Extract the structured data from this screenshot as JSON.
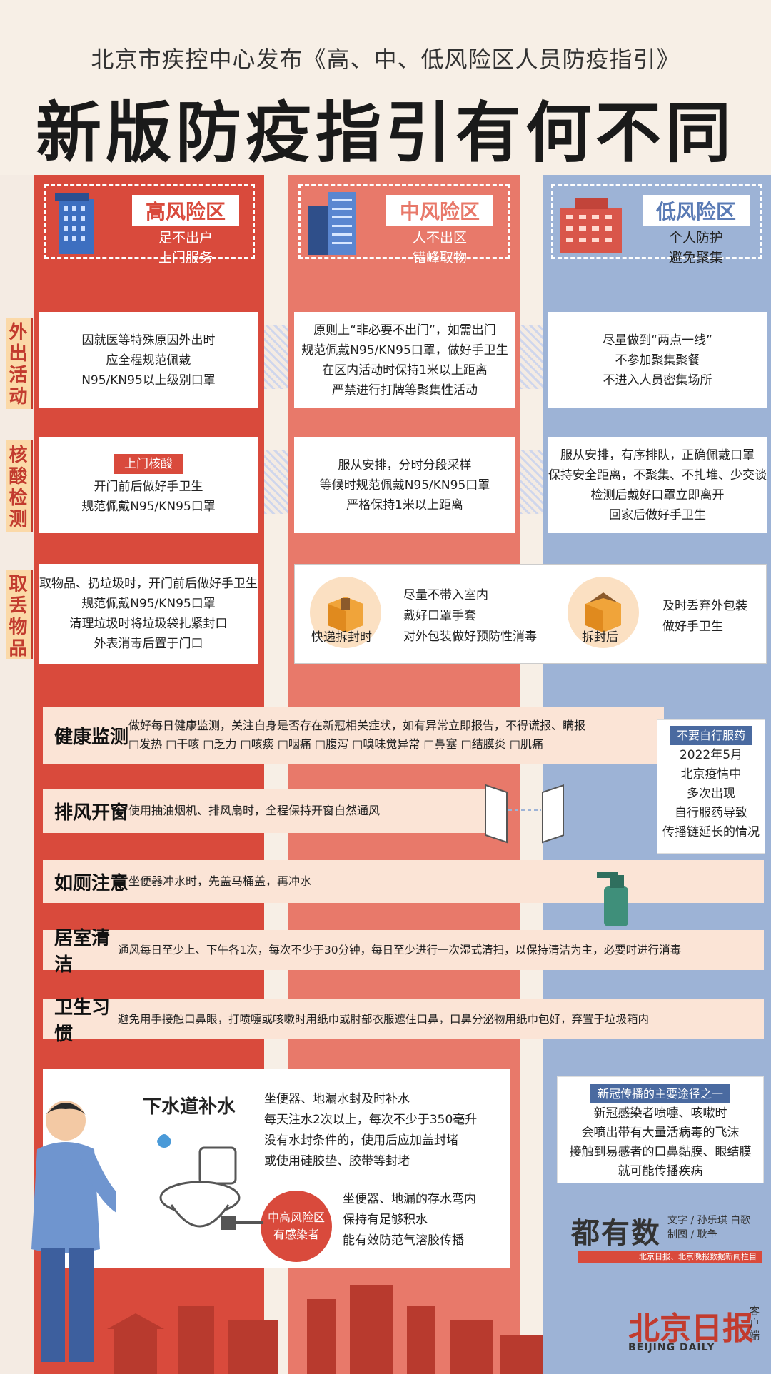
{
  "header": {
    "subtitle": "北京市疾控中心发布《高、中、低风险区人员防疫指引》",
    "title": "新版防疫指引有何不同"
  },
  "zones": {
    "high": {
      "name": "高风险区",
      "line1": "足不出户",
      "line2": "上门服务"
    },
    "mid": {
      "name": "中风险区",
      "line1": "人不出区",
      "line2": "错峰取物"
    },
    "low": {
      "name": "低风险区",
      "line1": "个人防护",
      "line2": "避免聚集"
    }
  },
  "rows": {
    "outing": {
      "label": "外出活动",
      "high": [
        "因就医等特殊原因外出时",
        "应全程规范佩戴",
        "N95/KN95以上级别口罩"
      ],
      "mid": [
        "原则上“非必要不出门”，如需出门",
        "规范佩戴N95/KN95口罩，做好手卫生",
        "在区内活动时保持1米以上距离",
        "严禁进行打牌等聚集性活动"
      ],
      "low": [
        "尽量做到“两点一线”",
        "不参加聚集聚餐",
        "不进入人员密集场所"
      ]
    },
    "test": {
      "label": "核酸检测",
      "high_tag": "上门核酸",
      "high": [
        "开门前后做好手卫生",
        "规范佩戴N95/KN95口罩"
      ],
      "mid": [
        "服从安排，分时分段采样",
        "等候时规范佩戴N95/KN95口罩",
        "严格保持1米以上距离"
      ],
      "low": [
        "服从安排，有序排队，正确佩戴口罩",
        "保持安全距离，不聚集、不扎堆、少交谈",
        "检测后戴好口罩立即离开",
        "回家后做好手卫生"
      ]
    },
    "pickup": {
      "label": "取丢物品",
      "high": [
        "取物品、扔垃圾时，开门前后做好手卫生",
        "规范佩戴N95/KN95口罩",
        "清理垃圾时将垃圾袋扎紧封口",
        "外表消毒后置于门口"
      ],
      "delivery_label": "快递拆封时",
      "delivery": [
        "尽量不带入室内",
        "戴好口罩手套",
        "对外包装做好预防性消毒"
      ],
      "after_label": "拆封后",
      "after": [
        "及时丢弃外包装",
        "做好手卫生"
      ]
    }
  },
  "bands": [
    {
      "label": "健康监测",
      "text": "做好每日健康监测，关注自身是否存在新冠相关症状，如有异常立即报告，不得谎报、瞒报",
      "symptoms": "□发热 □干咳 □乏力 □咳痰 □咽痛 □腹泻 □嗅味觉异常 □鼻塞 □结膜炎 □肌痛"
    },
    {
      "label": "排风开窗",
      "text": "使用抽油烟机、排风扇时，全程保持开窗自然通风"
    },
    {
      "label": "如厕注意",
      "text": "坐便器冲水时，先盖马桶盖，再冲水"
    },
    {
      "label": "居室清洁",
      "text": "通风每日至少上、下午各1次，每次不少于30分钟，每日至少进行一次湿式清扫，以保持清洁为主，必要时进行消毒"
    },
    {
      "label": "卫生习惯",
      "text": "避免用手接触口鼻眼，打喷嚏或咳嗽时用纸巾或肘部衣服遮住口鼻，口鼻分泌物用纸巾包好，弃置于垃圾箱内"
    }
  ],
  "medicine_note": {
    "tag": "不要自行服药",
    "lines": [
      "2022年5月",
      "北京疫情中",
      "多次出现",
      "自行服药导致",
      "传播链延长的情况"
    ]
  },
  "drain": {
    "title": "下水道补水",
    "lines": [
      "坐便器、地漏水封及时补水",
      "每天注水2次以上，每次不少于350毫升",
      "没有水封条件的，使用后应加盖封堵",
      "或使用硅胶垫、胶带等封堵"
    ],
    "circle": [
      "中高风险区",
      "有感染者"
    ],
    "circle_lines": [
      "坐便器、地漏的存水弯内",
      "保持有足够积水",
      "能有效防范气溶胶传播"
    ]
  },
  "transmission": {
    "tag": "新冠传播的主要途径之一",
    "lines": [
      "新冠感染者喷嚏、咳嗽时",
      "会喷出带有大量活病毒的飞沫",
      "接触到易感者的口鼻黏膜、眼结膜",
      "就可能传播疾病"
    ]
  },
  "credits": {
    "brand": "都有数",
    "line1": "文字 / 孙乐琪 白歌",
    "line2": "制图 / 耿争",
    "bar": "北京日报、北京晚报数据新闻栏目",
    "logo": "北京日报",
    "logo_en": "BEIJING DAILY",
    "logo_side": "客户端"
  },
  "colors": {
    "high": "#d94a3c",
    "mid": "#e8796a",
    "low": "#9db3d6"
  }
}
